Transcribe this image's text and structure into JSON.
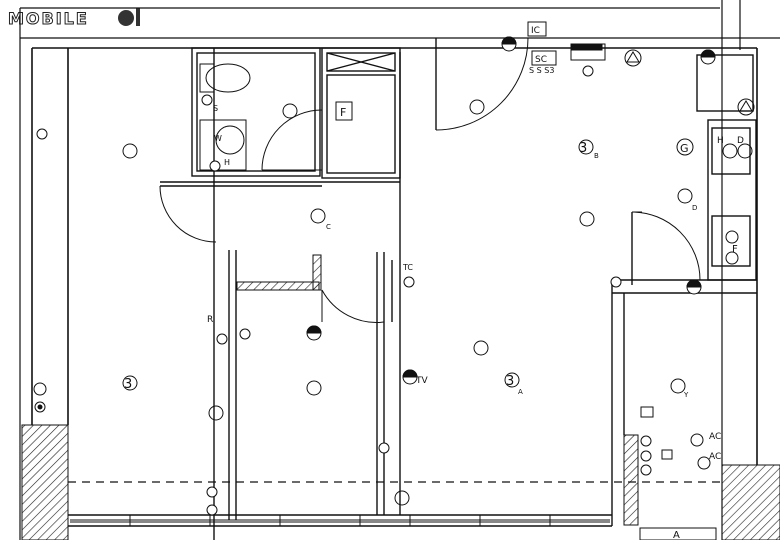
{
  "logo": {
    "text": "MOBILE"
  },
  "labels": {
    "ic": "IC",
    "sc": "SC",
    "s_s3": "S S S3",
    "f_closet": "F",
    "three_b": "3",
    "b_sub": "B",
    "three_a": "3",
    "a_sub": "A",
    "three_left": "3",
    "g_symbol": "G",
    "d_letter": "D",
    "h_letter": "H",
    "c_letter": "C",
    "w_letter": "W",
    "s_letter": "S",
    "r_letter": "R",
    "tv_letter": "TV",
    "ac_upper": "AC",
    "ac_lower": "AC",
    "f_panel": "F",
    "hd_h": "H",
    "hd_d": "D",
    "tc": "TC",
    "y_letter": "Y",
    "bottom_a": "A"
  }
}
